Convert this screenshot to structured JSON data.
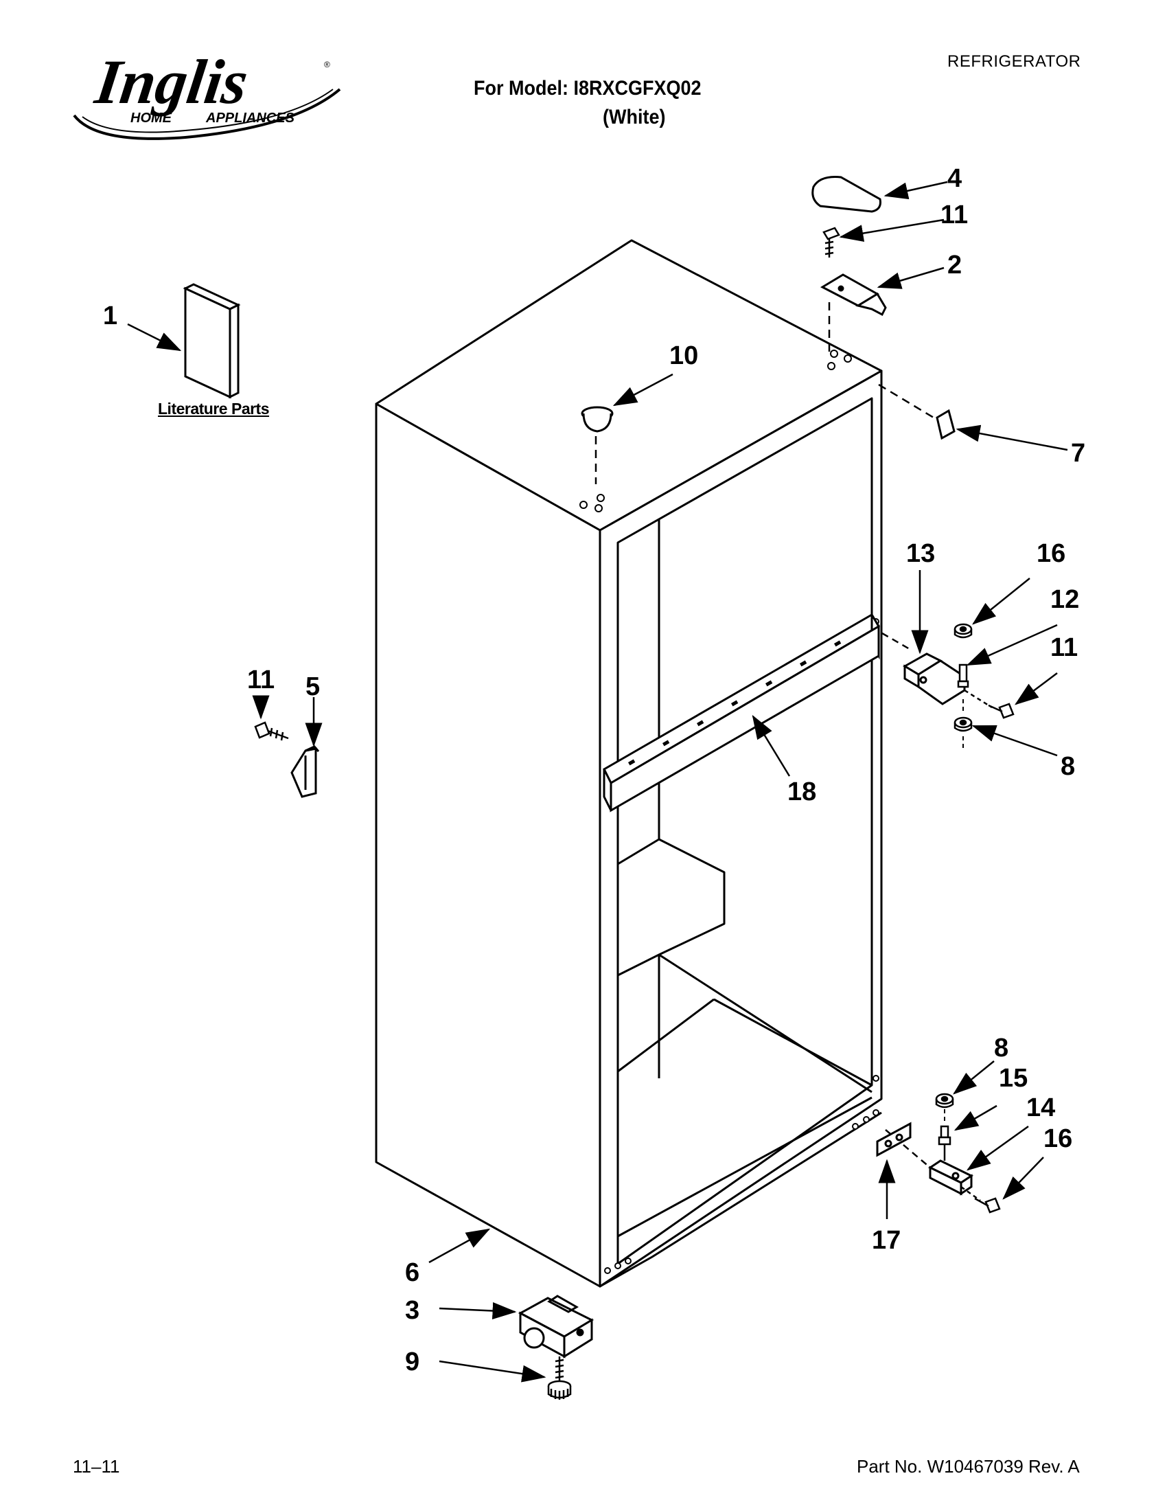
{
  "header": {
    "brand_name": "Inglis",
    "brand_sub_left": "HOME",
    "brand_sub_right": "APPLIANCES",
    "document_type": "REFRIGERATOR",
    "model_line": "For Model: I8RXCGFXQ02",
    "color_line": "(White)"
  },
  "literature": {
    "label": "Literature Parts"
  },
  "callouts": {
    "c1": "1",
    "c2": "2",
    "c3": "3",
    "c4": "4",
    "c5": "5",
    "c6": "6",
    "c7": "7",
    "c8a": "8",
    "c8b": "8",
    "c9": "9",
    "c10": "10",
    "c11a": "11",
    "c11b": "11",
    "c11c": "11",
    "c12": "12",
    "c13": "13",
    "c14": "14",
    "c15": "15",
    "c16a": "16",
    "c16b": "16",
    "c17": "17",
    "c18": "18"
  },
  "footer": {
    "date_code": "11–11",
    "part_number": "Part No. W10467039 Rev. A"
  }
}
